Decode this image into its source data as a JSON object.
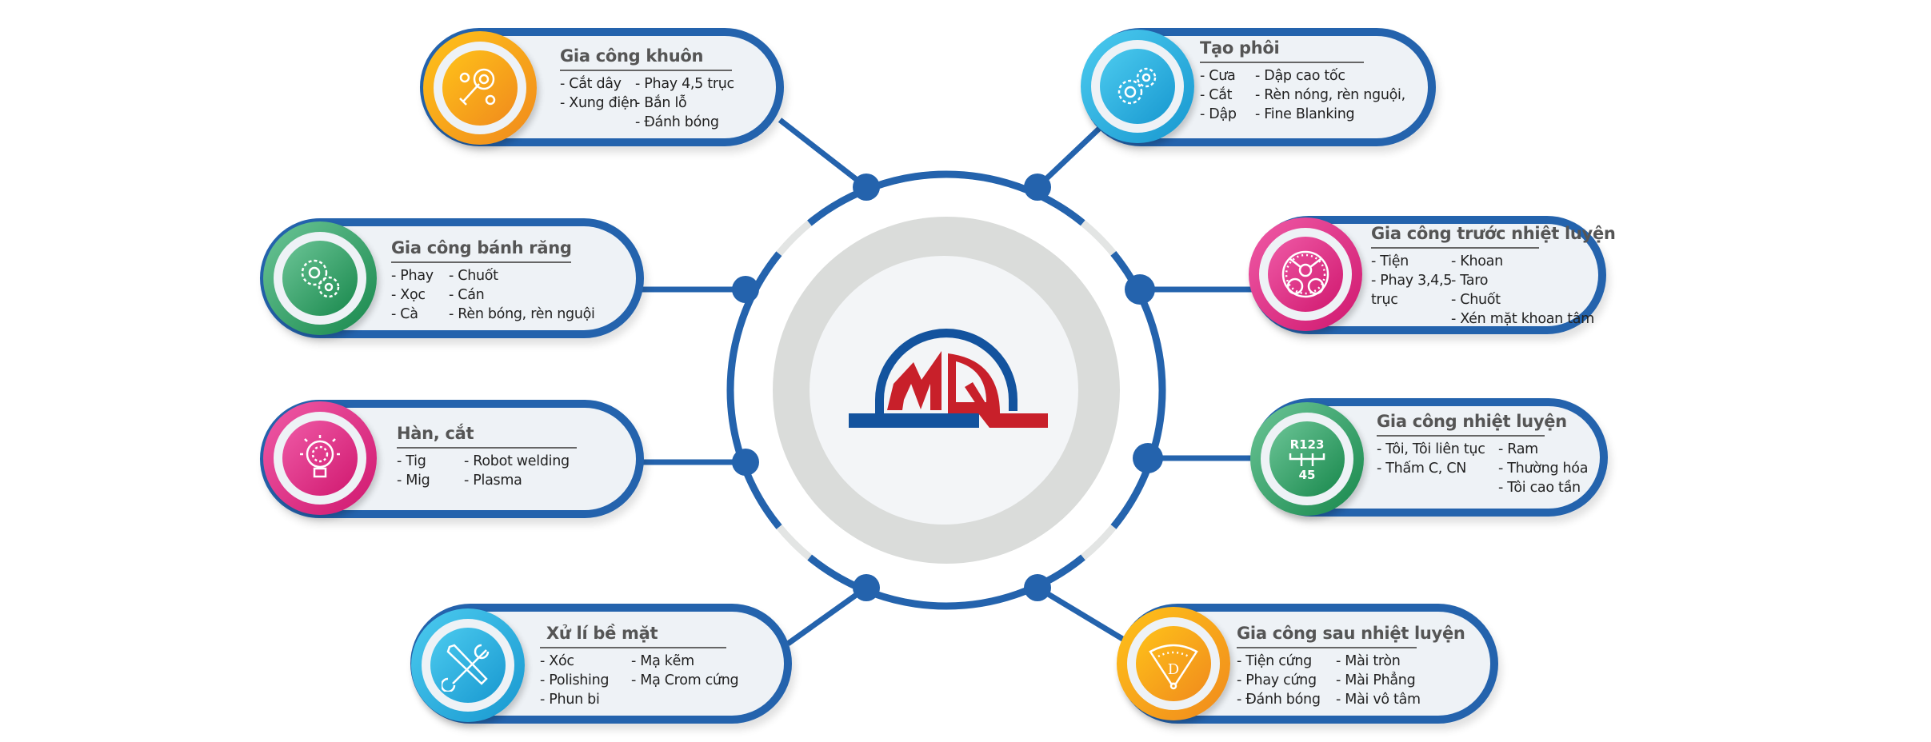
{
  "logo": {
    "text": "MQ",
    "colors": {
      "blue": "#13539e",
      "red": "#c8202a"
    }
  },
  "colors": {
    "border": "#2463ad",
    "orbit": "#2463ad",
    "orbit_light": "#e3e5e4",
    "ring": "#dadcda"
  },
  "boxes": [
    {
      "id": "khuon",
      "title": "Gia công khuôn",
      "icon": "wrench-gears-icon",
      "color": "orange",
      "cols": [
        [
          "- Cắt dây",
          "- Xung điện"
        ],
        [
          "- Phay 4,5 trục",
          "- Bắn lỗ",
          "- Đánh bóng"
        ]
      ]
    },
    {
      "id": "tao-phoi",
      "title": "Tạo phôi",
      "icon": "gears-icon",
      "color": "cyan",
      "cols": [
        [
          "- Cưa",
          "- Cắt",
          "- Dập"
        ],
        [
          "- Dập cao tốc",
          "- Rèn nóng, rèn nguội,",
          "- Fine Blanking"
        ]
      ]
    },
    {
      "id": "banh-rang",
      "title": "Gia công bánh răng",
      "icon": "gears-icon",
      "color": "green",
      "cols": [
        [
          "- Phay",
          "- Xọc",
          "- Cà"
        ],
        [
          "- Chuốt",
          "- Cán",
          "- Rèn bóng, rèn nguội"
        ]
      ]
    },
    {
      "id": "truoc-nhiet-luyen",
      "title": "Gia công trước nhiệt luyện",
      "icon": "gear-wheel-icon",
      "color": "pink",
      "cols": [
        [
          "- Tiện",
          "- Phay 3,4,5",
          "trục"
        ],
        [
          "- Khoan",
          "- Taro",
          "- Chuốt",
          "- Xén mặt khoan tâm"
        ]
      ]
    },
    {
      "id": "han-cat",
      "title": "Hàn, cắt",
      "icon": "lightbulb-gear-icon",
      "color": "pink",
      "cols": [
        [
          "- Tig",
          "- Mig"
        ],
        [
          "- Robot welding",
          "- Plasma"
        ]
      ]
    },
    {
      "id": "nhiet-luyen",
      "title": "Gia công nhiệt luyện",
      "icon": "gear-shift-icon",
      "color": "green",
      "cols": [
        [
          "- Tôi, Tôi liên tục",
          "- Thấm C, CN"
        ],
        [
          "- Ram",
          "- Thường hóa",
          "- Tôi cao tần"
        ]
      ]
    },
    {
      "id": "be-mat",
      "title": "Xử lí bề mặt",
      "icon": "wrench-screwdriver-icon",
      "color": "cyan",
      "cols": [
        [
          "- Xóc",
          "- Polishing",
          "- Phun bi"
        ],
        [
          "- Mạ kẽm",
          "- Mạ Crom cứng"
        ]
      ]
    },
    {
      "id": "sau-nhiet-luyen",
      "title": "Gia công sau nhiệt luyện",
      "icon": "gauge-icon",
      "color": "orange",
      "cols": [
        [
          "- Tiện cứng",
          "- Phay cứng",
          "- Đánh bóng"
        ],
        [
          "- Mài tròn",
          "- Mài Phẳng",
          "- Mài vô tâm"
        ]
      ]
    }
  ],
  "gear_shift_labels": {
    "top": "R123",
    "bottom": "45"
  },
  "gauge_label": "D"
}
